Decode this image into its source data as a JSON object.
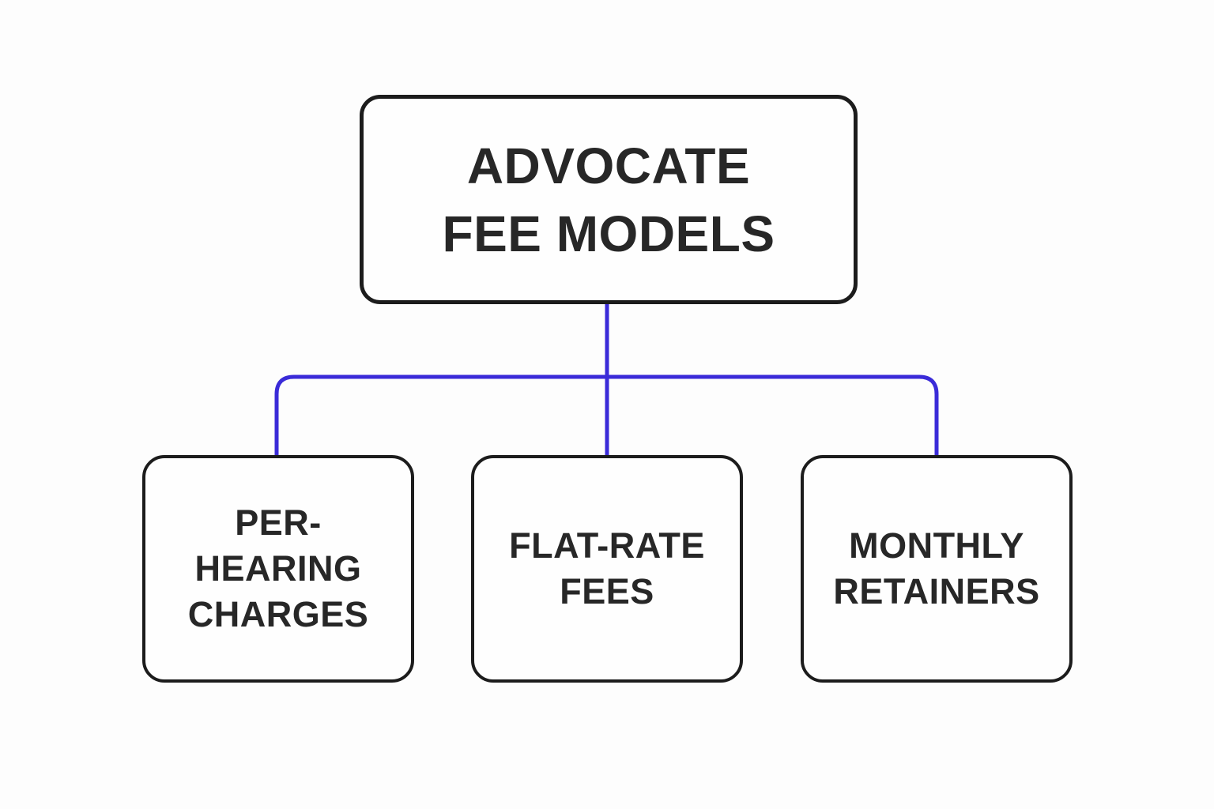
{
  "diagram": {
    "title": "ADVOCATE FEE MODELS",
    "background_color": "#fdfdfd",
    "connector_color": "#3a2bd8",
    "box_border_color": "#1c1c1c",
    "text_color": "#272727",
    "root": {
      "label": "ADVOCATE FEE MODELS",
      "lines": [
        "ADVOCATE",
        "FEE MODELS"
      ]
    },
    "children": [
      {
        "label": "PER-HEARING CHARGES",
        "lines": [
          "PER-",
          "HEARING",
          "CHARGES"
        ]
      },
      {
        "label": "FLAT-RATE FEES",
        "lines": [
          "FLAT-RATE",
          "FEES"
        ]
      },
      {
        "label": "MONTHLY RETAINERS",
        "lines": [
          "MONTHLY",
          "RETAINERS"
        ]
      }
    ]
  }
}
